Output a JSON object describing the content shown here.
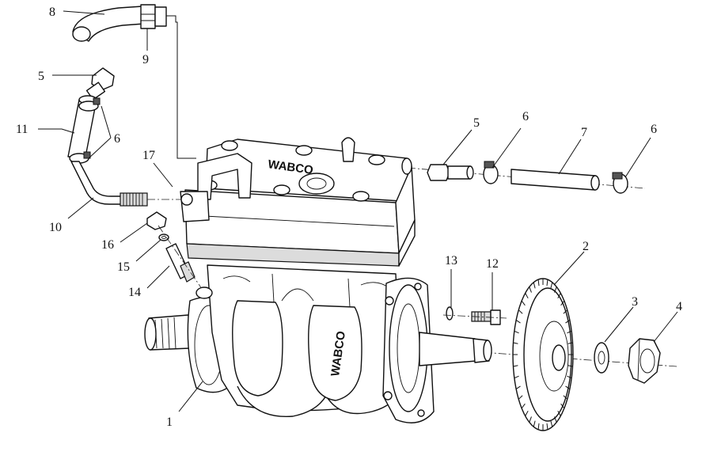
{
  "callouts": [
    {
      "id": "c1",
      "text": "1"
    },
    {
      "id": "c2",
      "text": "2"
    },
    {
      "id": "c3",
      "text": "3"
    },
    {
      "id": "c4",
      "text": "4"
    },
    {
      "id": "c5a",
      "text": "5"
    },
    {
      "id": "c5b",
      "text": "5"
    },
    {
      "id": "c6a",
      "text": "6"
    },
    {
      "id": "c6b",
      "text": "6"
    },
    {
      "id": "c6c",
      "text": "6"
    },
    {
      "id": "c7",
      "text": "7"
    },
    {
      "id": "c8",
      "text": "8"
    },
    {
      "id": "c9",
      "text": "9"
    },
    {
      "id": "c10",
      "text": "10"
    },
    {
      "id": "c11",
      "text": "11"
    },
    {
      "id": "c12",
      "text": "12"
    },
    {
      "id": "c13",
      "text": "13"
    },
    {
      "id": "c14",
      "text": "14"
    },
    {
      "id": "c15",
      "text": "15"
    },
    {
      "id": "c16",
      "text": "16"
    },
    {
      "id": "c17",
      "text": "17"
    }
  ],
  "brand": {
    "head_logo": "WABCO",
    "body_logo": "WABCO"
  }
}
